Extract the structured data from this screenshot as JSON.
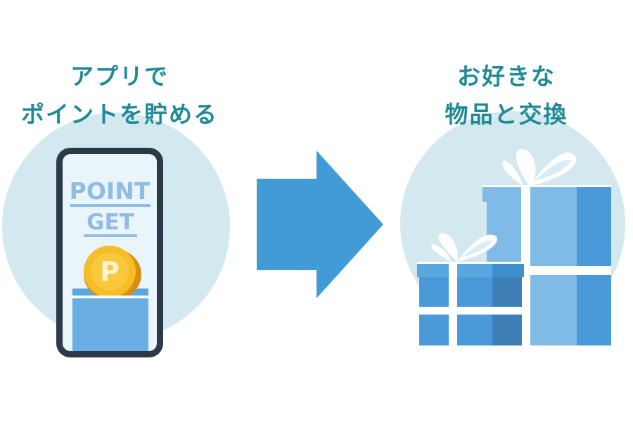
{
  "left_panel": {
    "caption_line1": "アプリで",
    "caption_line2": "ポイントを貯める",
    "screen_line1": "POINT",
    "screen_line2": "GET",
    "coin_letter": "P"
  },
  "right_panel": {
    "caption_line1": "お好きな",
    "caption_line2": "物品と交換"
  },
  "colors": {
    "caption_text": "#1f8a97",
    "circle_bg": "#d3e8ef",
    "arrow": "#429bd7",
    "phone_frame": "#2b3a48",
    "screen_text": "#8fbde6",
    "coin": "#f2b418",
    "gift_light": "#7fbbe6",
    "gift_mid": "#4a9ad9",
    "gift_dark": "#3e7fb7",
    "ribbon": "#ffffff"
  },
  "icons": [
    "smartphone-icon",
    "coin-icon",
    "arrow-right-icon",
    "gift-box-icon"
  ]
}
